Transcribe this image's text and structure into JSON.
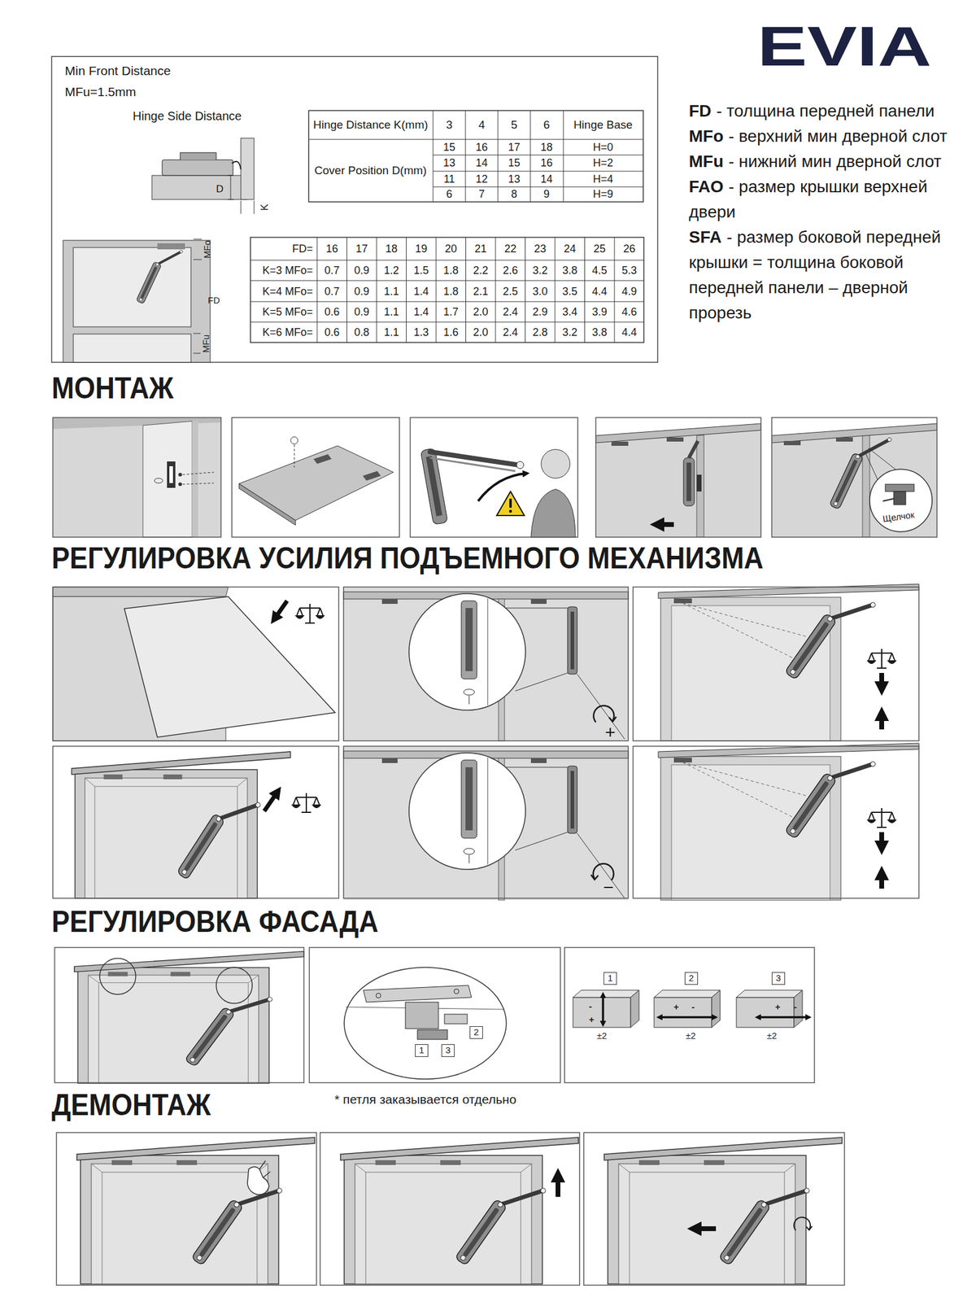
{
  "diagram": {
    "nodes": [
      {
        "text": [
          "2"
        ]
      },
      {
        "text": [
          "1"
        ]
      },
      {
        "text": [
          "3"
        ]
      },
      {
        "text": [
          "1"
        ]
      },
      {
        "text": [
          "2"
        ]
      },
      {
        "text": [
          "3"
        ]
      }
    ],
    "labels": [
      "EVIA",
      "Min Front Distance",
      "MFu=1.5mm",
      "Hinge Side Distance",
      "D",
      "K",
      "Hinge Distance K(mm)",
      "3",
      "4",
      "5",
      "6",
      "Hinge Base",
      "Cover Position D(mm)",
      "15",
      "16",
      "17",
      "18",
      "H=0",
      "13",
      "14",
      "15",
      "16",
      "H=2",
      "11",
      "12",
      "13",
      "14",
      "H=4",
      "6",
      "7",
      "8",
      "9",
      "H=9",
      "MFo",
      "FD",
      "MFu",
      "FD=",
      "16",
      "17",
      "18",
      "19",
      "20",
      "21",
      "22",
      "23",
      "24",
      "25",
      "26",
      "K=3 MFo=",
      "0.7",
      "0.9",
      "1.2",
      "1.5",
      "1.8",
      "2.2",
      "2.6",
      "3.2",
      "3.8",
      "4.5",
      "5.3",
      "K=4 MFo=",
      "0.7",
      "0.9",
      "1.1",
      "1.4",
      "1.8",
      "2.1",
      "2.5",
      "3.0",
      "3.5",
      "4.4",
      "4.9",
      "K=5 MFo=",
      "0.6",
      "0.9",
      "1.1",
      "1.4",
      "1.7",
      "2.0",
      "2.4",
      "2.9",
      "3.4",
      "3.9",
      "4.6",
      "K=6 MFo=",
      "0.6",
      "0.8",
      "1.1",
      "1.3",
      "1.6",
      "2.0",
      "2.4",
      "2.8",
      "3.2",
      "3.8",
      "4.4",
      "FD",
      "- толщина передней панели",
      "MFo",
      "- верхний мин дверной слот",
      "MFu",
      "- нижний мин дверной слот",
      "FAO",
      "- размер крышки верхней двери",
      "SFA",
      "- размер боковой передней крышки = толщина боковой передней панели – дверной прорезь",
      "МОНТАЖ",
      "Щелчок",
      "РЕГУЛИРОВКА УСИЛИЯ ПОДЪЕМНОГО МЕХАНИЗМА",
      "+",
      "−",
      "РЕГУЛИРОВКА ФАСАДА",
      "-",
      "+",
      "+",
      "-",
      "+",
      "-",
      "±2",
      "±2",
      "±2",
      "ДЕМОНТАЖ",
      "* петля заказывается отдельно"
    ]
  }
}
